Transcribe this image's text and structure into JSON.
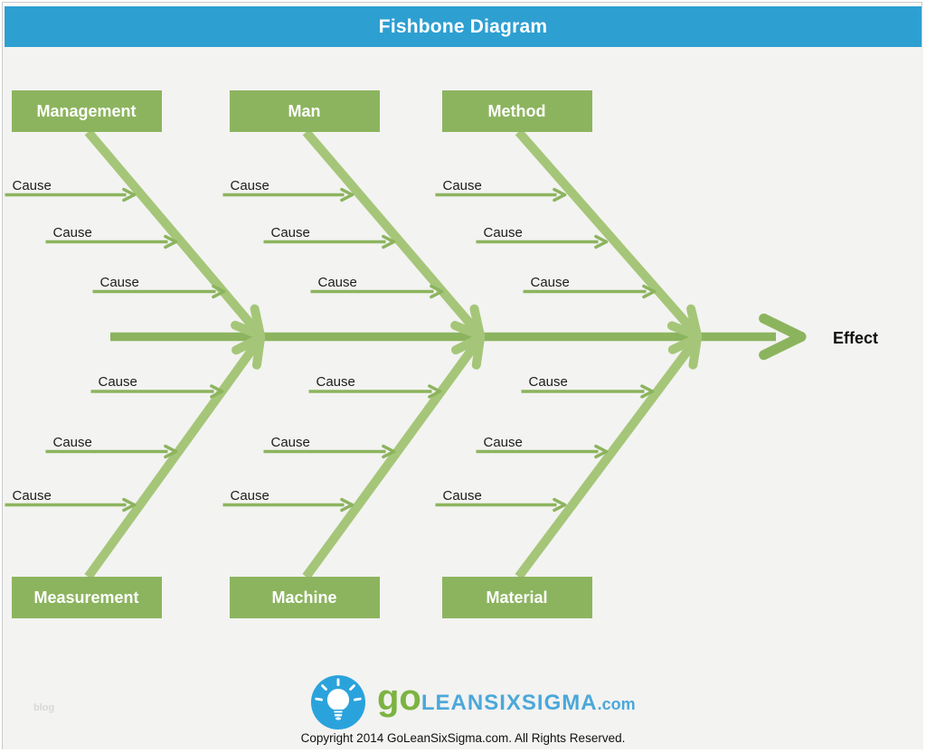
{
  "header": {
    "title": "Fishbone Diagram"
  },
  "effect_label": "Effect",
  "branches": [
    {
      "label": "Management",
      "position": "top-left",
      "causes": [
        "Cause",
        "Cause",
        "Cause"
      ]
    },
    {
      "label": "Man",
      "position": "top-center",
      "causes": [
        "Cause",
        "Cause",
        "Cause"
      ]
    },
    {
      "label": "Method",
      "position": "top-right",
      "causes": [
        "Cause",
        "Cause",
        "Cause"
      ]
    },
    {
      "label": "Measurement",
      "position": "bottom-left",
      "causes": [
        "Cause",
        "Cause",
        "Cause"
      ]
    },
    {
      "label": "Machine",
      "position": "bottom-center",
      "causes": [
        "Cause",
        "Cause",
        "Cause"
      ]
    },
    {
      "label": "Material",
      "position": "bottom-right",
      "causes": [
        "Cause",
        "Cause",
        "Cause"
      ]
    }
  ],
  "footer": {
    "logo": {
      "icon": "lightbulb-icon",
      "go": "go",
      "main": "LEANSIXSIGMA",
      "tld": ".com"
    },
    "copyright": "Copyright 2014 GoLeanSixSigma.com. All Rights Reserved."
  },
  "watermark": "blog",
  "colors": {
    "header_blue": "#2E9FD1",
    "box_green": "#8CB45E",
    "arrow_green": "#8CB45E",
    "bone_green": "#A5C678",
    "background": "#F3F3F1",
    "logo_circle_blue": "#2AA3DC",
    "logo_text_blue": "#4BA8DA",
    "logo_go_green": "#7CB342",
    "text_dark": "#1C1C1C"
  }
}
